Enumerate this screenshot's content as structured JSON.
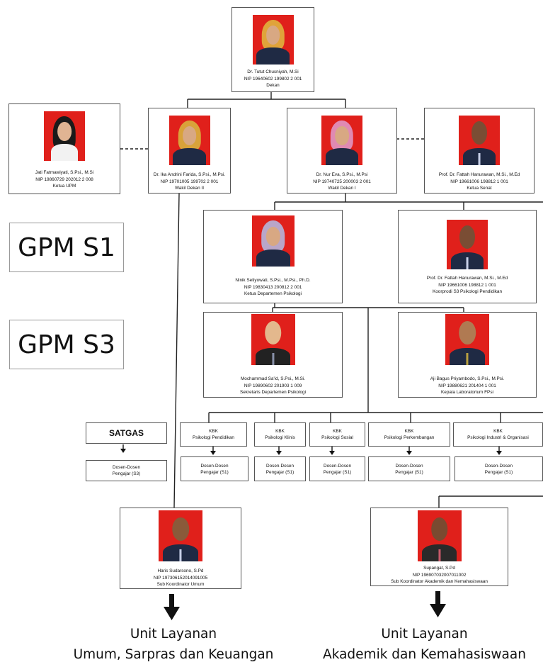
{
  "people": {
    "dekan": {
      "name": "Dr. Tutut Chusniyah, M.Si",
      "nip": "NIP 19640602 199802 2 001",
      "role": "Dekan"
    },
    "ketua_upm": {
      "name": "Jati Fatmawiyati, S.Psi., M.Si",
      "nip": "NIP 19860729 202012 2 008",
      "role": "Ketua UPM"
    },
    "wakil_dekan_2": {
      "name": "Dr. Ika Andrini Farida, S.Psi., M.Psi.",
      "nip": "NIP 19701005 199702 2 001",
      "role": "Wakil Dekan II"
    },
    "wakil_dekan_1": {
      "name": "Dr. Nur Eva, S.Psi., M.Psi",
      "nip": "NIP 19740725 200003 2 001",
      "role": "Wakil Dekan I"
    },
    "ketua_senat": {
      "name": "Prof. Dr. Fattah Hanurawan, M.Si., M.Ed",
      "nip": "NIP 19661006 198812 1 001",
      "role": "Ketua Senat"
    },
    "ketua_departemen": {
      "name": "Ninik Setiyowati, S.Psi., M.Psi., Ph.D.",
      "nip": "NIP 19830413 200812 2 001",
      "role": "Ketua Departemen Psikologi"
    },
    "koorprodi_s3": {
      "name": "Prof. Dr. Fattah Hanurawan, M.Si., M.Ed",
      "nip": "NIP 19661006 198812 1 001",
      "role": "Koorprodi S3 Psikologi Pendidikan"
    },
    "sekretaris": {
      "name": "Mochammad Sa'id, S.Psi., M.Si.",
      "nip": "NIP 19890602 201903 1 009",
      "role": "Sekretaris Departemen Psikologi"
    },
    "kepala_lab": {
      "name": "Aji Bagus Priyambodo, S.Psi., M.Psi.",
      "nip": "NIP 19880621 201404 1 001",
      "role": "Kepala Laboratorium FPsi"
    },
    "subkoor_umum": {
      "name": "Haris Sudarsono, S.Pd",
      "nip": "NIP 197306152014091005",
      "role": "Sub Koordinator Umum"
    },
    "subkoor_akademik": {
      "name": "Supangat, S.Pd",
      "nip": "NIP 196907032007011002",
      "role": "Sub Koordinator Akademik dan Kemahasiswaan"
    }
  },
  "gpm": {
    "s1": "GPM S1",
    "s3": "GPM S3"
  },
  "satgas": {
    "label": "SATGAS",
    "dosen": [
      "Dosen-Dosen",
      "Pengajar (S3)"
    ]
  },
  "kbk": [
    {
      "prefix": "KBK",
      "name": "Psikologi Pendidikan",
      "dosen": [
        "Dosen-Dosen",
        "Pengajar (S1)"
      ]
    },
    {
      "prefix": "KBK",
      "name": "Psikologi Klinis",
      "dosen": [
        "Dosen-Dosen",
        "Pengajar (S1)"
      ]
    },
    {
      "prefix": "KBK",
      "name": "Psikologi Sosial",
      "dosen": [
        "Dosen-Dosen",
        "Pengajar (S1)"
      ]
    },
    {
      "prefix": "KBK",
      "name": "Psikologi  Perkembangan",
      "dosen": [
        "Dosen-Dosen",
        "Pengajar (S1)"
      ]
    },
    {
      "prefix": "KBK",
      "name": "Psikologi Industri & Organisasi",
      "dosen": [
        "Dosen-Dosen",
        "Pengajar (S1)"
      ]
    }
  ],
  "units": {
    "umum": [
      "Unit Layanan",
      "Umum, Sarpras dan Keuangan"
    ],
    "akademik": [
      "Unit Layanan",
      "Akademik dan Kemahasiswaan"
    ]
  },
  "colors": {
    "photo_bg": "#e0201b",
    "line": "#222222",
    "border": "#555555"
  }
}
